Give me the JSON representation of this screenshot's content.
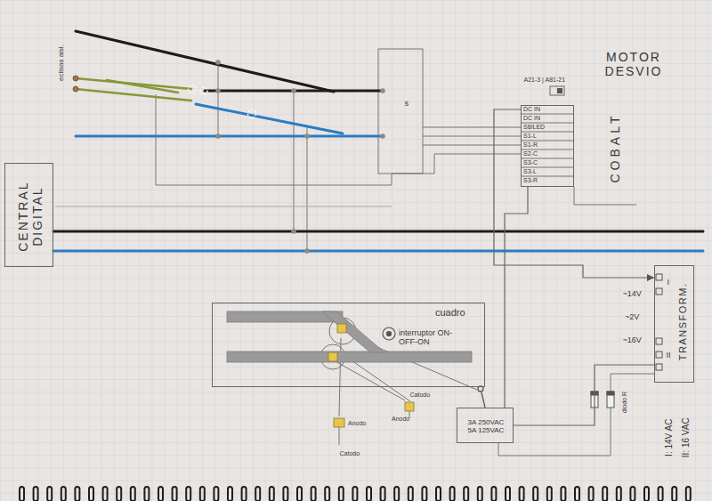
{
  "diagram": {
    "nodes": [
      {
        "text": [
          "CENTRAL DIGITAL"
        ]
      },
      {
        "text": [
          "COBALT"
        ]
      },
      {
        "text": [
          "cuadro",
          "interruptor ON-OFF-ON"
        ]
      },
      {
        "text": [
          "3A 250VAC 5A 125VAC"
        ]
      },
      {
        "text": [
          "TRANSFORM."
        ]
      }
    ],
    "edges": [
      {
        "from": 1,
        "to": 4,
        "arrow": "to"
      },
      {
        "from": 3,
        "to": 4,
        "arrow": "none"
      },
      {
        "from": 1,
        "to": 3,
        "arrow": "none"
      }
    ],
    "labels": [
      "eclisas aisl.",
      "s",
      "MOTOR DESVIO",
      "A21-3 | A81-21",
      "DC IN",
      "DC IN",
      "S8/LED",
      "S1-L",
      "S1-R",
      "S2-C",
      "S3-C",
      "S3-L",
      "S3-R",
      "Catodo",
      "Anodo",
      "Anodo",
      "Catodo",
      "~14V",
      "~2V",
      "~16V",
      "I",
      "II",
      "I: 14V AC",
      "II: 16 VAC",
      "diodo R"
    ]
  }
}
